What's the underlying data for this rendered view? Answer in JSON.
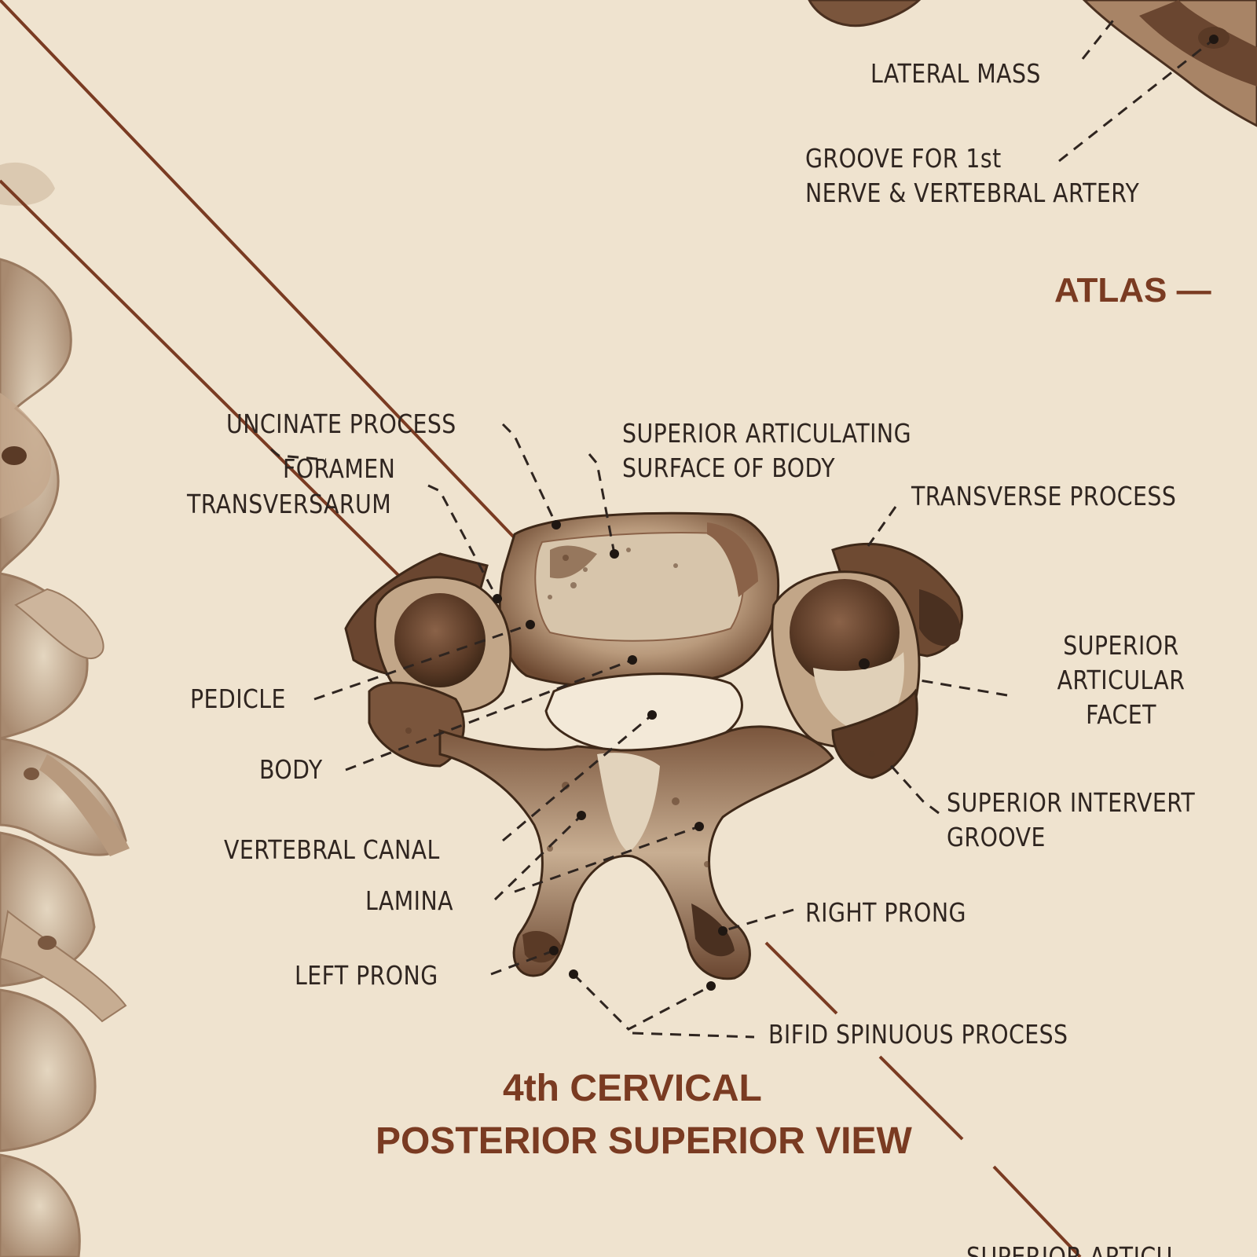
{
  "figure": {
    "title_line1": "4th CERVICAL",
    "title_line2": "POSTERIOR SUPERIOR VIEW",
    "section_heading": "ATLAS —"
  },
  "labels": {
    "lateral_mass": "LATERAL MASS",
    "groove_line1": "GROOVE FOR 1st",
    "groove_line2": "NERVE & VERTEBRAL ARTERY",
    "uncinate_process": "UNCINATE PROCESS",
    "foramen_line1": "FORAMEN",
    "foramen_line2": "TRANSVERSARUM",
    "sup_art_surface_line1": "SUPERIOR ARTICULATING",
    "sup_art_surface_line2": "SURFACE OF BODY",
    "transverse_process": "TRANSVERSE PROCESS",
    "sup_art_facet_line1": "SUPERIOR",
    "sup_art_facet_line2": "ARTICULAR",
    "sup_art_facet_line3": "FACET",
    "pedicle": "PEDICLE",
    "body": "BODY",
    "sup_interv_line1": "SUPERIOR INTERVERT",
    "sup_interv_line2": "GROOVE",
    "vertebral_canal": "VERTEBRAL CANAL",
    "lamina": "LAMINA",
    "right_prong": "RIGHT PRONG",
    "left_prong": "LEFT PRONG",
    "bifid_spinous_process": "BIFID SPINUOUS PROCESS",
    "cutoff_bottom": "SUPERIOR ARTICU"
  },
  "colors": {
    "paper": "#efe3cf",
    "bone_dark": "#5a3a26",
    "bone_mid": "#9b7658",
    "bone_light": "#e2d3bc",
    "guide_line": "#7a3b22",
    "title": "#7a3b22",
    "text": "#2f2520"
  }
}
